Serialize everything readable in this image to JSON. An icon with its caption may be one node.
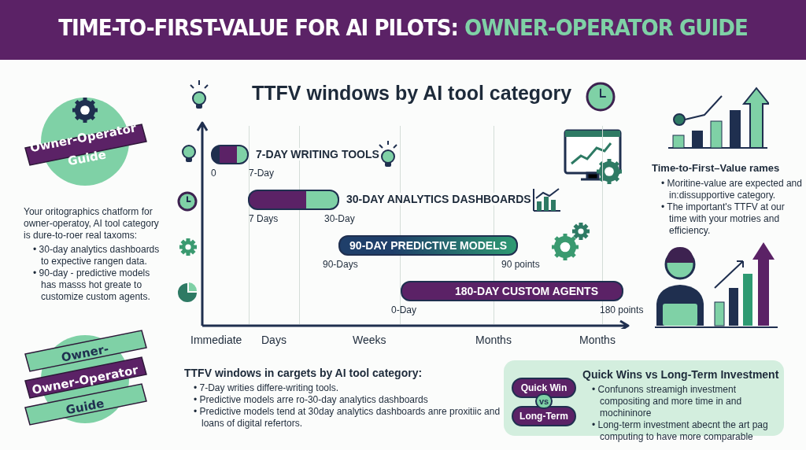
{
  "diagram": {
    "title": "TIME-TO-FIRST-VALUE FOR AI PILOTS: OWNER-OPERATOR GUIDE",
    "nodes": [
      {
        "text": [
          "Owner-Operator Guide"
        ]
      },
      {
        "text": [
          "7-DAY WRITING TOOLS"
        ],
        "beside": [
          "0",
          "7-Day"
        ]
      },
      {
        "text": [
          "30-DAY ANALYTICS DASHBOARDS"
        ],
        "beside": [
          "7 Days",
          "30-Day"
        ]
      },
      {
        "text": [
          "90-DAY PREDICTIVE MODELS"
        ],
        "beside": [
          "90-Days",
          "90 points"
        ]
      },
      {
        "text": [
          "180-DAY CUSTOM AGENTS"
        ],
        "beside": [
          "0-Day",
          "180 points"
        ]
      },
      {
        "text": [
          "Owner-",
          "Owner-Operator",
          "Guide"
        ]
      },
      {
        "text": [
          "Quick Wins vs Long-Term Investment",
          "• Confunons streamigh investment compositing and more time in and mochininore",
          "• Long-term investment abecnt the art pag computing to have more comparable"
        ]
      },
      {
        "text": [
          "Quick Win"
        ],
        "in": 6
      },
      {
        "text": [
          "vs"
        ],
        "in": 6
      },
      {
        "text": [
          "Long-Term"
        ],
        "in": 6
      }
    ],
    "labels": [
      "TTFV windows by AI tool category",
      "Your oritographics chatform for owner-operatoy, AI tool category is dure-to-roer real taxoms:",
      "• 30-day analytics dashboards to expective rangen data.",
      "• 90-day - predictive models has masss hot greate to customize custom agents.",
      "Time-to-First–Value rames",
      "• Moritine-value are expected and in:dissupportive category.",
      "• The important's TTFV at our time with your motries and efficiency.",
      "Immediate",
      "Days",
      "Weeks",
      "Months",
      "Months",
      "TTFV windows in cargets by AI tool category:",
      "• 7-Day writies differe-writing tools.",
      "• Predictive models arre ro-30-day analytics dashboards",
      "• Predictive models tend at 30day analytics dashboards anre proxitiic and loans of digital refertors."
    ]
  }
}
